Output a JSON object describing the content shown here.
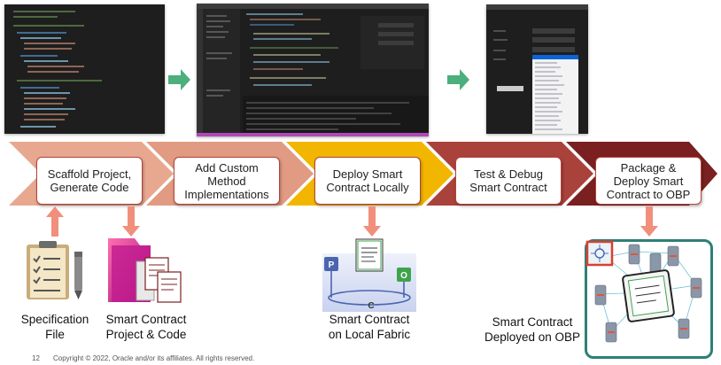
{
  "steps": [
    {
      "label": "Scaffold Project,\nGenerate Code",
      "color": "#e8a890"
    },
    {
      "label": "Add Custom\nMethod\nImplementations",
      "color": "#e19b83"
    },
    {
      "label": "Deploy Smart\nContract Locally",
      "color": "#f2b600"
    },
    {
      "label": "Test & Debug\nSmart Contract",
      "color": "#a9423b"
    },
    {
      "label": "Package &\nDeploy Smart\nContract to OBP",
      "color": "#7a2020"
    }
  ],
  "captions": {
    "spec_file": "Specification\nFile",
    "project_code": "Smart Contract\nProject & Code",
    "local_fabric": "Smart Contract\non Local Fabric",
    "deployed_obp": "Smart Contract\nDeployed on OBP"
  },
  "fabric_nodes": {
    "p": "P",
    "c": "C",
    "o": "O"
  },
  "footer": {
    "page_number": "12",
    "copyright": "Copyright © 2022, Oracle and/or its affiliates. All rights reserved."
  },
  "colors": {
    "arrow_green": "#4caf7d",
    "connector_salmon": "#f08f7c",
    "obp_border": "#2f7f78"
  },
  "icons": [
    "document-icon",
    "pen-icon",
    "folder-icon",
    "contract-icon",
    "network-icon"
  ]
}
